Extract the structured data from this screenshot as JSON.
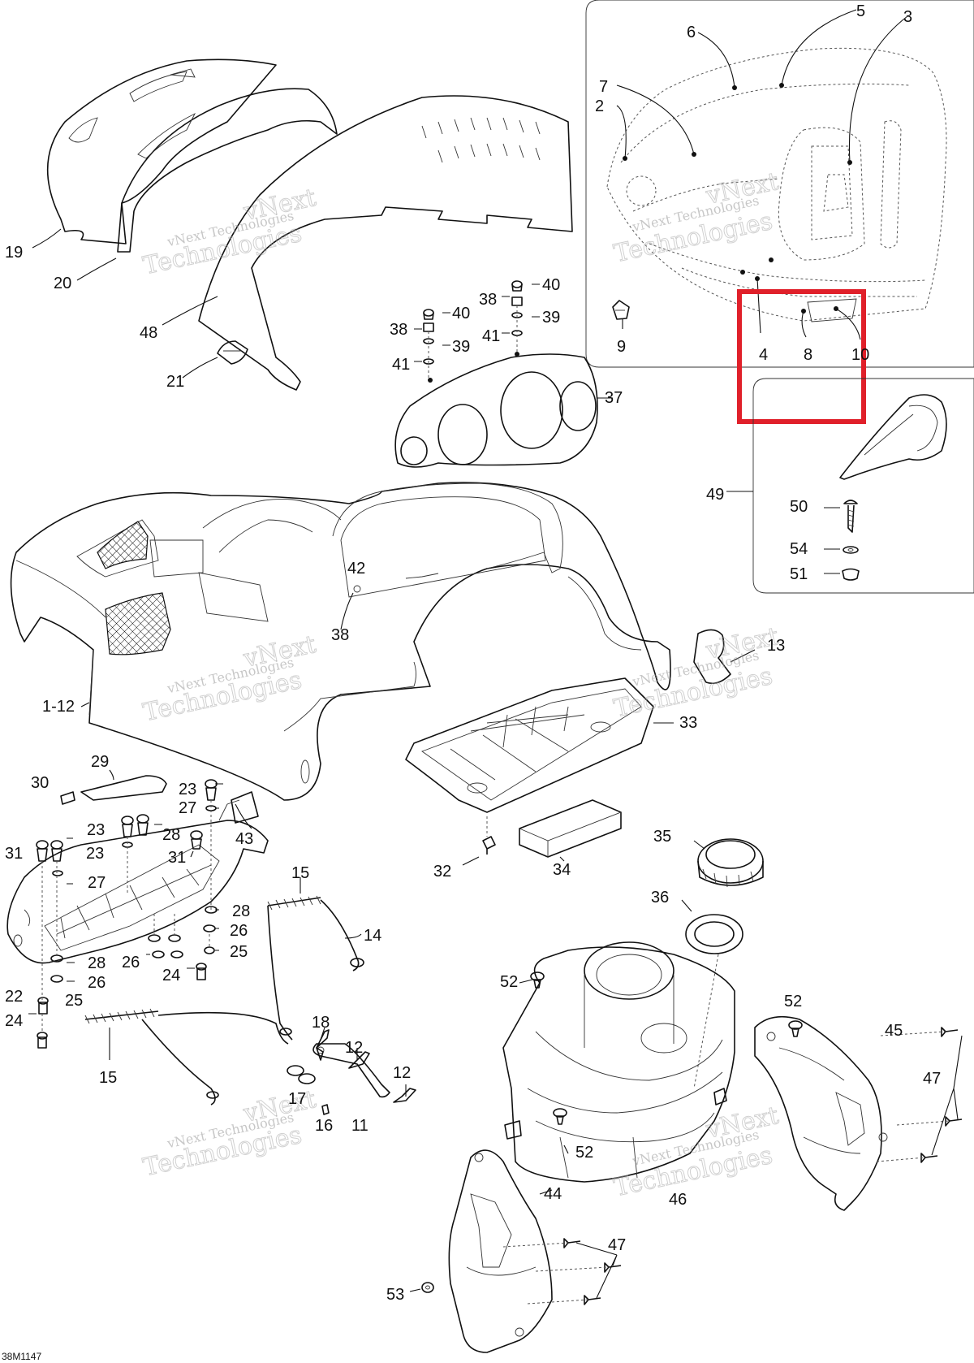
{
  "diagram": {
    "drawing_code": "38M1147",
    "watermark": {
      "line1": "vNext Technologies",
      "line2": "vNext",
      "line3": "Technologies"
    },
    "highlight_color": "#e0202a",
    "labels": [
      {
        "id": "l1",
        "text": "5"
      },
      {
        "id": "l2",
        "text": "3"
      },
      {
        "id": "l3",
        "text": "6"
      },
      {
        "id": "l4",
        "text": "7"
      },
      {
        "id": "l5",
        "text": "2"
      },
      {
        "id": "l6",
        "text": "9"
      },
      {
        "id": "l7",
        "text": "4"
      },
      {
        "id": "l8",
        "text": "8"
      },
      {
        "id": "l9",
        "text": "10"
      },
      {
        "id": "l10",
        "text": "19"
      },
      {
        "id": "l11",
        "text": "20"
      },
      {
        "id": "l12",
        "text": "48"
      },
      {
        "id": "l13",
        "text": "21"
      },
      {
        "id": "l14",
        "text": "40"
      },
      {
        "id": "l15",
        "text": "38"
      },
      {
        "id": "l16",
        "text": "39"
      },
      {
        "id": "l17",
        "text": "41"
      },
      {
        "id": "l18",
        "text": "40"
      },
      {
        "id": "l19",
        "text": "38"
      },
      {
        "id": "l20",
        "text": "39"
      },
      {
        "id": "l21",
        "text": "41"
      },
      {
        "id": "l22",
        "text": "37"
      },
      {
        "id": "l23",
        "text": "49"
      },
      {
        "id": "l24",
        "text": "50"
      },
      {
        "id": "l25",
        "text": "54"
      },
      {
        "id": "l26",
        "text": "51"
      },
      {
        "id": "l27",
        "text": "42"
      },
      {
        "id": "l28",
        "text": "38"
      },
      {
        "id": "l29",
        "text": "1-12"
      },
      {
        "id": "l30",
        "text": "13"
      },
      {
        "id": "l31",
        "text": "33"
      },
      {
        "id": "l32",
        "text": "29"
      },
      {
        "id": "l33",
        "text": "30"
      },
      {
        "id": "l34",
        "text": "23"
      },
      {
        "id": "l35",
        "text": "27"
      },
      {
        "id": "l36",
        "text": "23"
      },
      {
        "id": "l37",
        "text": "28"
      },
      {
        "id": "l38",
        "text": "43"
      },
      {
        "id": "l39",
        "text": "31"
      },
      {
        "id": "l40",
        "text": "23"
      },
      {
        "id": "l41",
        "text": "31"
      },
      {
        "id": "l42",
        "text": "27"
      },
      {
        "id": "l43",
        "text": "15"
      },
      {
        "id": "l44",
        "text": "28"
      },
      {
        "id": "l45",
        "text": "26"
      },
      {
        "id": "l46",
        "text": "25"
      },
      {
        "id": "l47",
        "text": "14"
      },
      {
        "id": "l48",
        "text": "26"
      },
      {
        "id": "l49",
        "text": "24"
      },
      {
        "id": "l50",
        "text": "28"
      },
      {
        "id": "l51",
        "text": "26"
      },
      {
        "id": "l52",
        "text": "22"
      },
      {
        "id": "l53",
        "text": "25"
      },
      {
        "id": "l54",
        "text": "24"
      },
      {
        "id": "l55",
        "text": "32"
      },
      {
        "id": "l56",
        "text": "34"
      },
      {
        "id": "l57",
        "text": "35"
      },
      {
        "id": "l58",
        "text": "36"
      },
      {
        "id": "l59",
        "text": "15"
      },
      {
        "id": "l60",
        "text": "18"
      },
      {
        "id": "l61",
        "text": "12"
      },
      {
        "id": "l62",
        "text": "12"
      },
      {
        "id": "l63",
        "text": "17"
      },
      {
        "id": "l64",
        "text": "16"
      },
      {
        "id": "l65",
        "text": "11"
      },
      {
        "id": "l66",
        "text": "52"
      },
      {
        "id": "l67",
        "text": "52"
      },
      {
        "id": "l68",
        "text": "45"
      },
      {
        "id": "l69",
        "text": "47"
      },
      {
        "id": "l70",
        "text": "52"
      },
      {
        "id": "l71",
        "text": "46"
      },
      {
        "id": "l72",
        "text": "44"
      },
      {
        "id": "l73",
        "text": "47"
      },
      {
        "id": "l74",
        "text": "53"
      }
    ]
  }
}
